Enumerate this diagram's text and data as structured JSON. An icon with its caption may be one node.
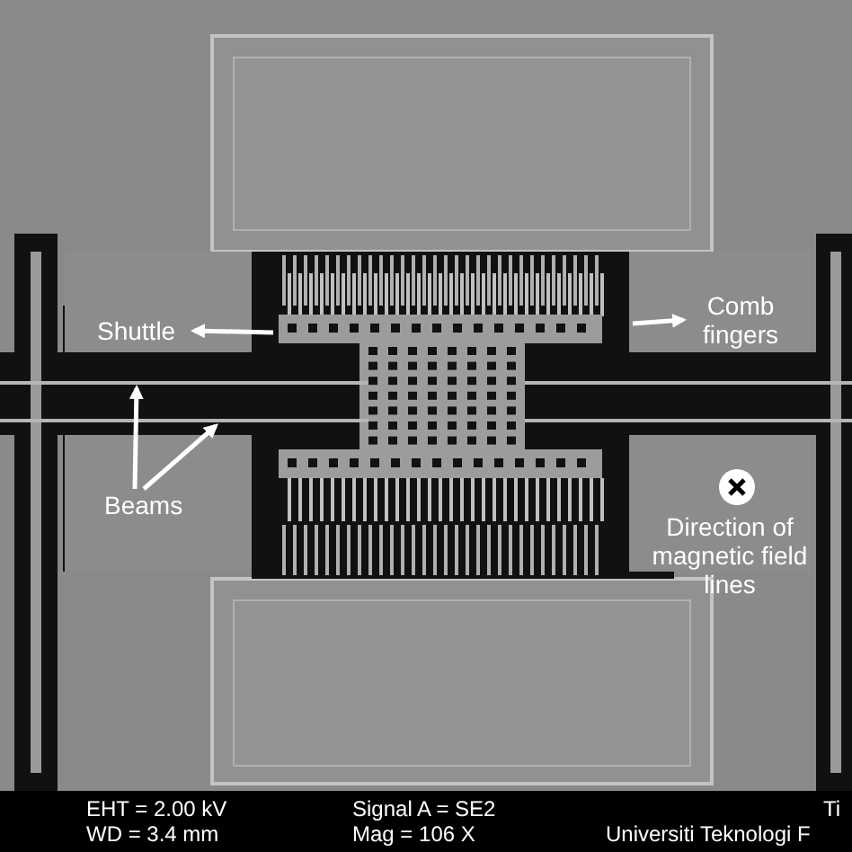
{
  "diagram": {
    "nodes": [
      {
        "text": [
          "Shuttle"
        ]
      },
      {
        "text": [
          "Comb fingers"
        ]
      },
      {
        "text": [
          "Beams"
        ]
      },
      {
        "text": [],
        "shape": "bar"
      },
      {
        "text": [],
        "shape": "bar"
      }
    ],
    "edges": [
      {
        "from": null,
        "to": 0,
        "arrow": "to"
      },
      {
        "from": null,
        "to": 1,
        "arrow": "to"
      },
      {
        "from": 2,
        "to": 3,
        "arrow": "to"
      },
      {
        "from": 2,
        "to": 4,
        "arrow": "to"
      }
    ],
    "labels": [
      "Direction of magnetic field lines",
      "EHT = 2.00 kV",
      "Signal A = SE2",
      "Ti",
      "WD = 3.4 mm",
      "Mag = 106 X",
      "Universiti Teknologi F"
    ]
  }
}
